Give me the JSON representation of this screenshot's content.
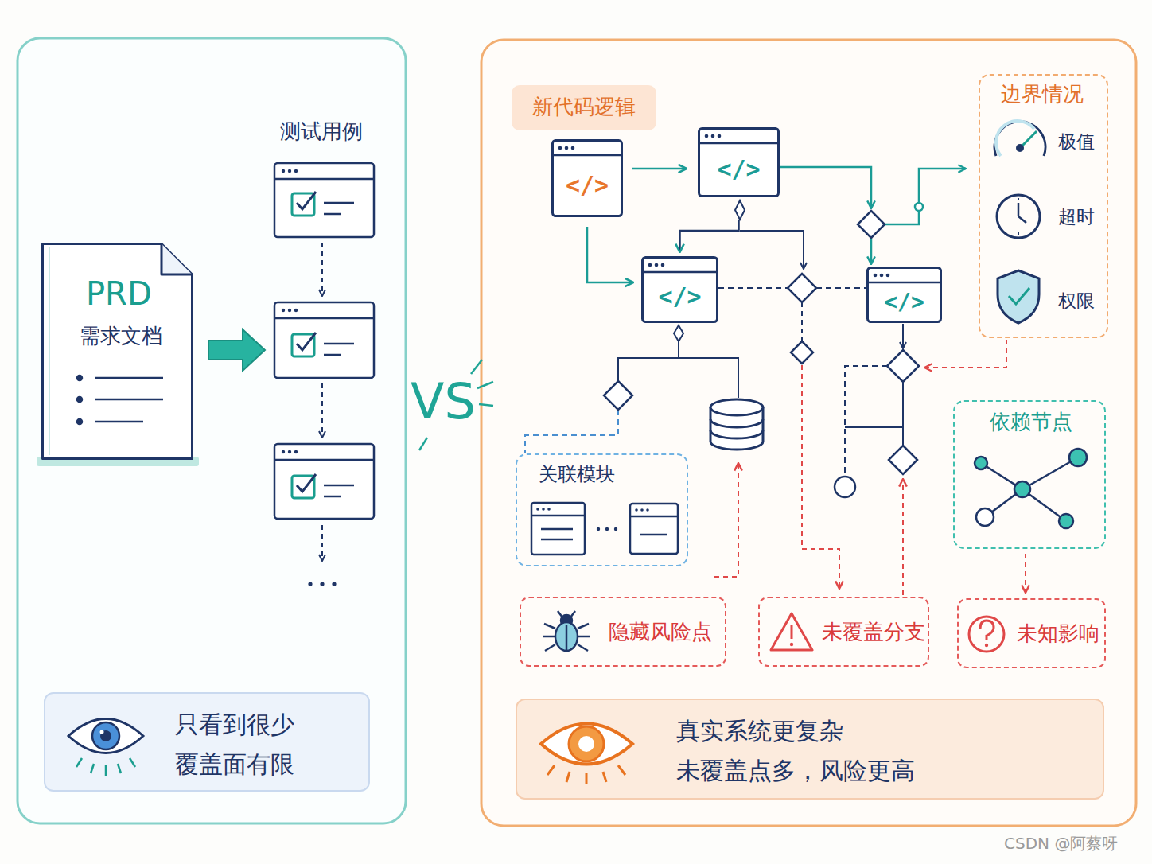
{
  "diagram": {
    "nodes": [
      {
        "text": [
          "PRD",
          "需求文档"
        ]
      },
      {
        "text": [
          "只看到很少 覆盖面有限"
        ]
      },
      {
        "text": [
          "新代码逻辑"
        ]
      },
      {
        "text": [
          "</>"
        ]
      },
      {
        "text": [
          "</>"
        ]
      },
      {
        "text": [
          "</>"
        ]
      },
      {
        "text": [
          "</>"
        ]
      },
      {
        "text": [
          "边界情况",
          "极值",
          "超时",
          "权限"
        ]
      },
      {
        "text": [
          "关联模块"
        ]
      },
      {
        "text": [
          "依赖节点"
        ]
      },
      {
        "text": [
          "隐藏风险点"
        ]
      },
      {
        "text": [
          "未覆盖分支"
        ]
      },
      {
        "text": [
          "未知影响"
        ]
      },
      {
        "text": [
          "真实系统更复杂 未覆盖点多，风险更高"
        ]
      }
    ],
    "edges": [
      {
        "from": 3,
        "to": 4,
        "arrow": "to"
      },
      {
        "from": 3,
        "to": 5,
        "arrow": "to"
      },
      {
        "from": 4,
        "to": 5,
        "arrow": "to"
      },
      {
        "from": 9,
        "to": 12,
        "arrow": "to"
      }
    ],
    "labels": [
      "测试用例",
      "VS",
      "CSDN @阿蔡呀"
    ]
  }
}
